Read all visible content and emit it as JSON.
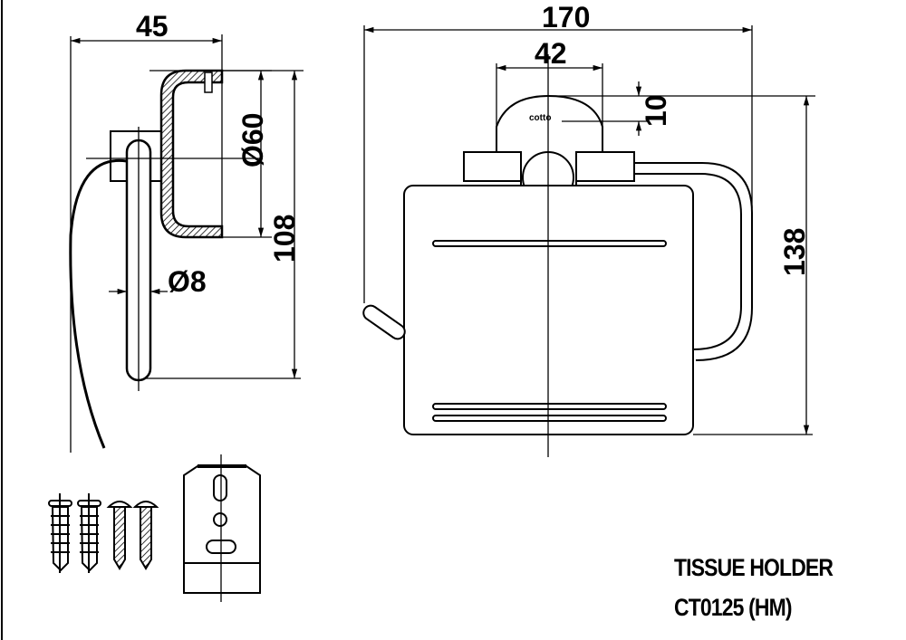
{
  "drawing": {
    "dimensions": {
      "side_depth": "45",
      "roll_diameter": "Ø60",
      "side_height": "108",
      "rod_diameter": "Ø8",
      "overall_width": "170",
      "mount_width": "42",
      "mount_offset": "10",
      "overall_height": "138"
    },
    "logo_text": "cotto",
    "title": "TISSUE HOLDER",
    "model": "CT0125 (HM)"
  }
}
